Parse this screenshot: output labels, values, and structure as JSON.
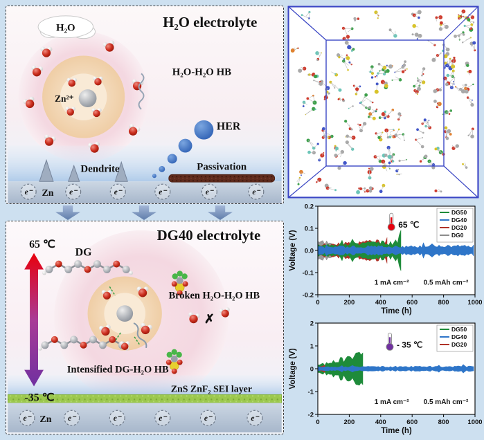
{
  "h2o_panel": {
    "title": "H₂O electrolyte",
    "cloud_label": "H₂O",
    "ion_label": "Zn²⁺",
    "hb_label": "H₂O-H₂O HB",
    "her_label": "HER",
    "dendrite_label": "Dendrite",
    "passivation_label": "Passivation",
    "zn_label": "Zn",
    "electron_symbol": "e⁻"
  },
  "dg40_panel": {
    "title": "DG40 electrolyte",
    "hot_label": "65 ℃",
    "cold_label": "-35 ℃",
    "dg_label": "DG",
    "broken_hb_label": "Broken H₂O-H₂O HB",
    "broken_mark": "✗",
    "intensified_hb_label": "Intensified DG-H₂O HB",
    "sei_label": "ZnS  ZnF₂ SEI layer",
    "zn_label": "Zn",
    "electron_symbol": "e⁻"
  },
  "md_box": {
    "frame_color": "#3a46c4",
    "palette": [
      "#a8a8a8",
      "#cf3a2c",
      "#3da04b",
      "#d8c32a",
      "#4156c8",
      "#6cc5b8",
      "#e08030"
    ]
  },
  "chart_data": [
    {
      "id": "chart-65",
      "type": "line",
      "title": "",
      "xlabel": "Time (h)",
      "ylabel": "Voltage (V)",
      "xlim": [
        0,
        1000
      ],
      "ylim": [
        -0.2,
        0.2
      ],
      "xticks": [
        0,
        200,
        400,
        600,
        800,
        1000
      ],
      "yticks": [
        -0.2,
        -0.1,
        0.0,
        0.1,
        0.2
      ],
      "ydecimals": 1,
      "legend_position": "top-right",
      "legend": [
        {
          "name": "DG50",
          "color": "#1e8b3a"
        },
        {
          "name": "DG40",
          "color": "#2e75c8"
        },
        {
          "name": "DG20",
          "color": "#b03228"
        },
        {
          "name": "DG0",
          "color": "#8c8c8c"
        }
      ],
      "series": [
        {
          "name": "DG0",
          "color": "#9a9a9a",
          "start": 0,
          "end": 95,
          "amp0": 0.045,
          "amp1": 0.05,
          "end_spike": 3.6
        },
        {
          "name": "DG20",
          "color": "#b03228",
          "start": 0,
          "end": 445,
          "amp0": 0.03,
          "amp1": 0.055,
          "end_spike": 1.3
        },
        {
          "name": "DG50",
          "color": "#1e8b3a",
          "start": 0,
          "end": 535,
          "amp0": 0.028,
          "amp1": 0.05,
          "end_spike": 2.3
        },
        {
          "name": "DG40",
          "color": "#2e75c8",
          "start": 0,
          "end": 1000,
          "amp0": 0.02,
          "amp1": 0.026,
          "end_spike": 1
        }
      ],
      "annotations": [
        {
          "type": "thermometer",
          "text": "65 ℃",
          "color": "#e8000d",
          "x": 468,
          "y": 0.115
        },
        {
          "type": "text",
          "text": "1 mA cm⁻²",
          "x": 470,
          "y": -0.155
        },
        {
          "type": "text",
          "text": "0.5 mAh cm⁻²",
          "x": 815,
          "y": -0.155
        }
      ]
    },
    {
      "id": "chart-m35",
      "type": "line",
      "title": "",
      "xlabel": "Time (h)",
      "ylabel": "Voltage (V)",
      "xlim": [
        0,
        1000
      ],
      "ylim": [
        -2,
        2
      ],
      "xticks": [
        0,
        200,
        400,
        600,
        800,
        1000
      ],
      "yticks": [
        -2,
        -1,
        0,
        1,
        2
      ],
      "ydecimals": 0,
      "legend_position": "top-right",
      "legend": [
        {
          "name": "DG50",
          "color": "#1e8b3a"
        },
        {
          "name": "DG40",
          "color": "#2e75c8"
        },
        {
          "name": "DG20",
          "color": "#b03228"
        }
      ],
      "series": [
        {
          "name": "DG50",
          "color": "#1e8b3a",
          "start": 0,
          "end": 292,
          "amp0": 0.18,
          "amp1": 0.85,
          "end_spike": 1.1
        },
        {
          "name": "DG20",
          "color": "#b03228",
          "start": 0,
          "end": 55,
          "amp0": 0.12,
          "amp1": 0.18,
          "end_spike": 1
        },
        {
          "name": "DG40",
          "color": "#2e75c8",
          "start": 0,
          "end": 1000,
          "amp0": 0.1,
          "amp1": 0.13,
          "end_spike": 1
        }
      ],
      "annotations": [
        {
          "type": "thermometer",
          "text": "- 35 ℃",
          "color": "#7030a0",
          "x": 458,
          "y": 1.05
        },
        {
          "type": "text",
          "text": "1 mA cm⁻²",
          "x": 470,
          "y": -1.55
        },
        {
          "type": "text",
          "text": "0.5 mAh cm⁻²",
          "x": 815,
          "y": -1.55
        }
      ]
    }
  ]
}
